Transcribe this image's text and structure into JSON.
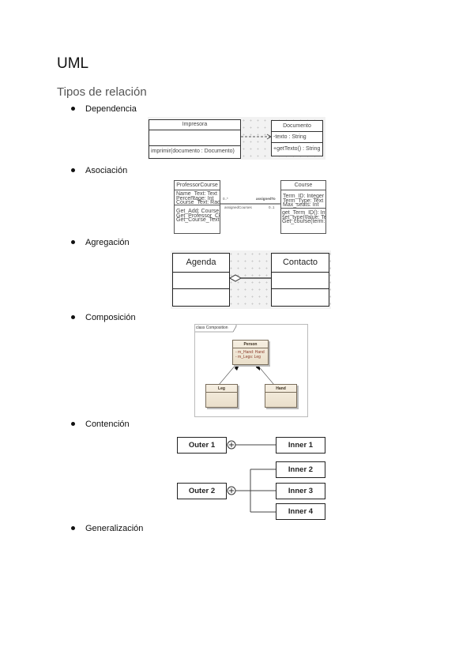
{
  "document": {
    "title": "UML",
    "subtitle": "Tipos de relación"
  },
  "bullets": [
    {
      "label": "Dependencia"
    },
    {
      "label": "Asociación"
    },
    {
      "label": "Agregación"
    },
    {
      "label": "Composición"
    },
    {
      "label": "Contención"
    },
    {
      "label": "Generalización"
    }
  ],
  "dependencia": {
    "source": {
      "name": "Impresora",
      "attributes": "",
      "operations": "imprimir(documento : Documento)"
    },
    "target": {
      "name": "Documento",
      "attributes": "-texto : String",
      "operations": "+getTexto() : String"
    }
  },
  "asociacion": {
    "left": {
      "name": "ProfessorCourse",
      "attributes": [
        "Name_Text: Text",
        "Percentage: Int",
        "Course_Text: Radio"
      ],
      "operations": [
        "Get_Add: Course_Text",
        "Get_Professor_Course: Text",
        "Get_Course_Text: Radio"
      ]
    },
    "right": {
      "name": "Course",
      "attributes": [
        "Term_ID: Integer",
        "Term_Type: Text",
        "Max_seats: Int"
      ],
      "operations": [
        "get_Term_ID(): Integer",
        "set_type(value: Text)",
        "Get_course(term: Id)"
      ]
    },
    "left_multiplicity": "0..*",
    "right_role": "assignedTo",
    "left_role": "assignedCourses",
    "right_multiplicity": "0..1"
  },
  "agregacion": {
    "whole": {
      "name": "Agenda"
    },
    "part": {
      "name": "Contacto"
    }
  },
  "composicion": {
    "frame_label": "class Composition",
    "whole": {
      "name": "Person",
      "attributes": [
        "- m_Hand: Hand",
        "- m_Legs: Leg"
      ]
    },
    "parts": [
      {
        "name": "Leg"
      },
      {
        "name": "Hand"
      }
    ]
  },
  "contencion": {
    "groups": [
      {
        "outer": "Outer 1",
        "inners": [
          "Inner 1"
        ]
      },
      {
        "outer": "Outer 2",
        "inners": [
          "Inner 2",
          "Inner 3",
          "Inner 4"
        ]
      }
    ]
  }
}
